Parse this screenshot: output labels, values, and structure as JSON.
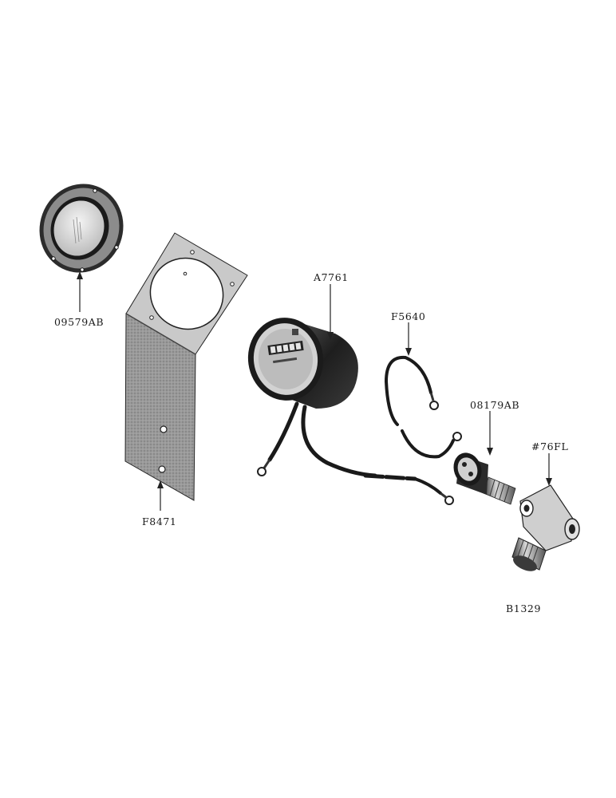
{
  "diagram": {
    "figure_id": "B1329",
    "parts": [
      {
        "part_number": "09579AB",
        "component": "bezel-ring"
      },
      {
        "part_number": "F8471",
        "component": "mounting-bracket"
      },
      {
        "part_number": "A7761",
        "component": "hour-meter"
      },
      {
        "part_number": "F5640",
        "component": "wire-lead"
      },
      {
        "part_number": "08179AB",
        "component": "pressure-switch"
      },
      {
        "part_number": "#76FL",
        "component": "tee-fitting"
      }
    ]
  }
}
